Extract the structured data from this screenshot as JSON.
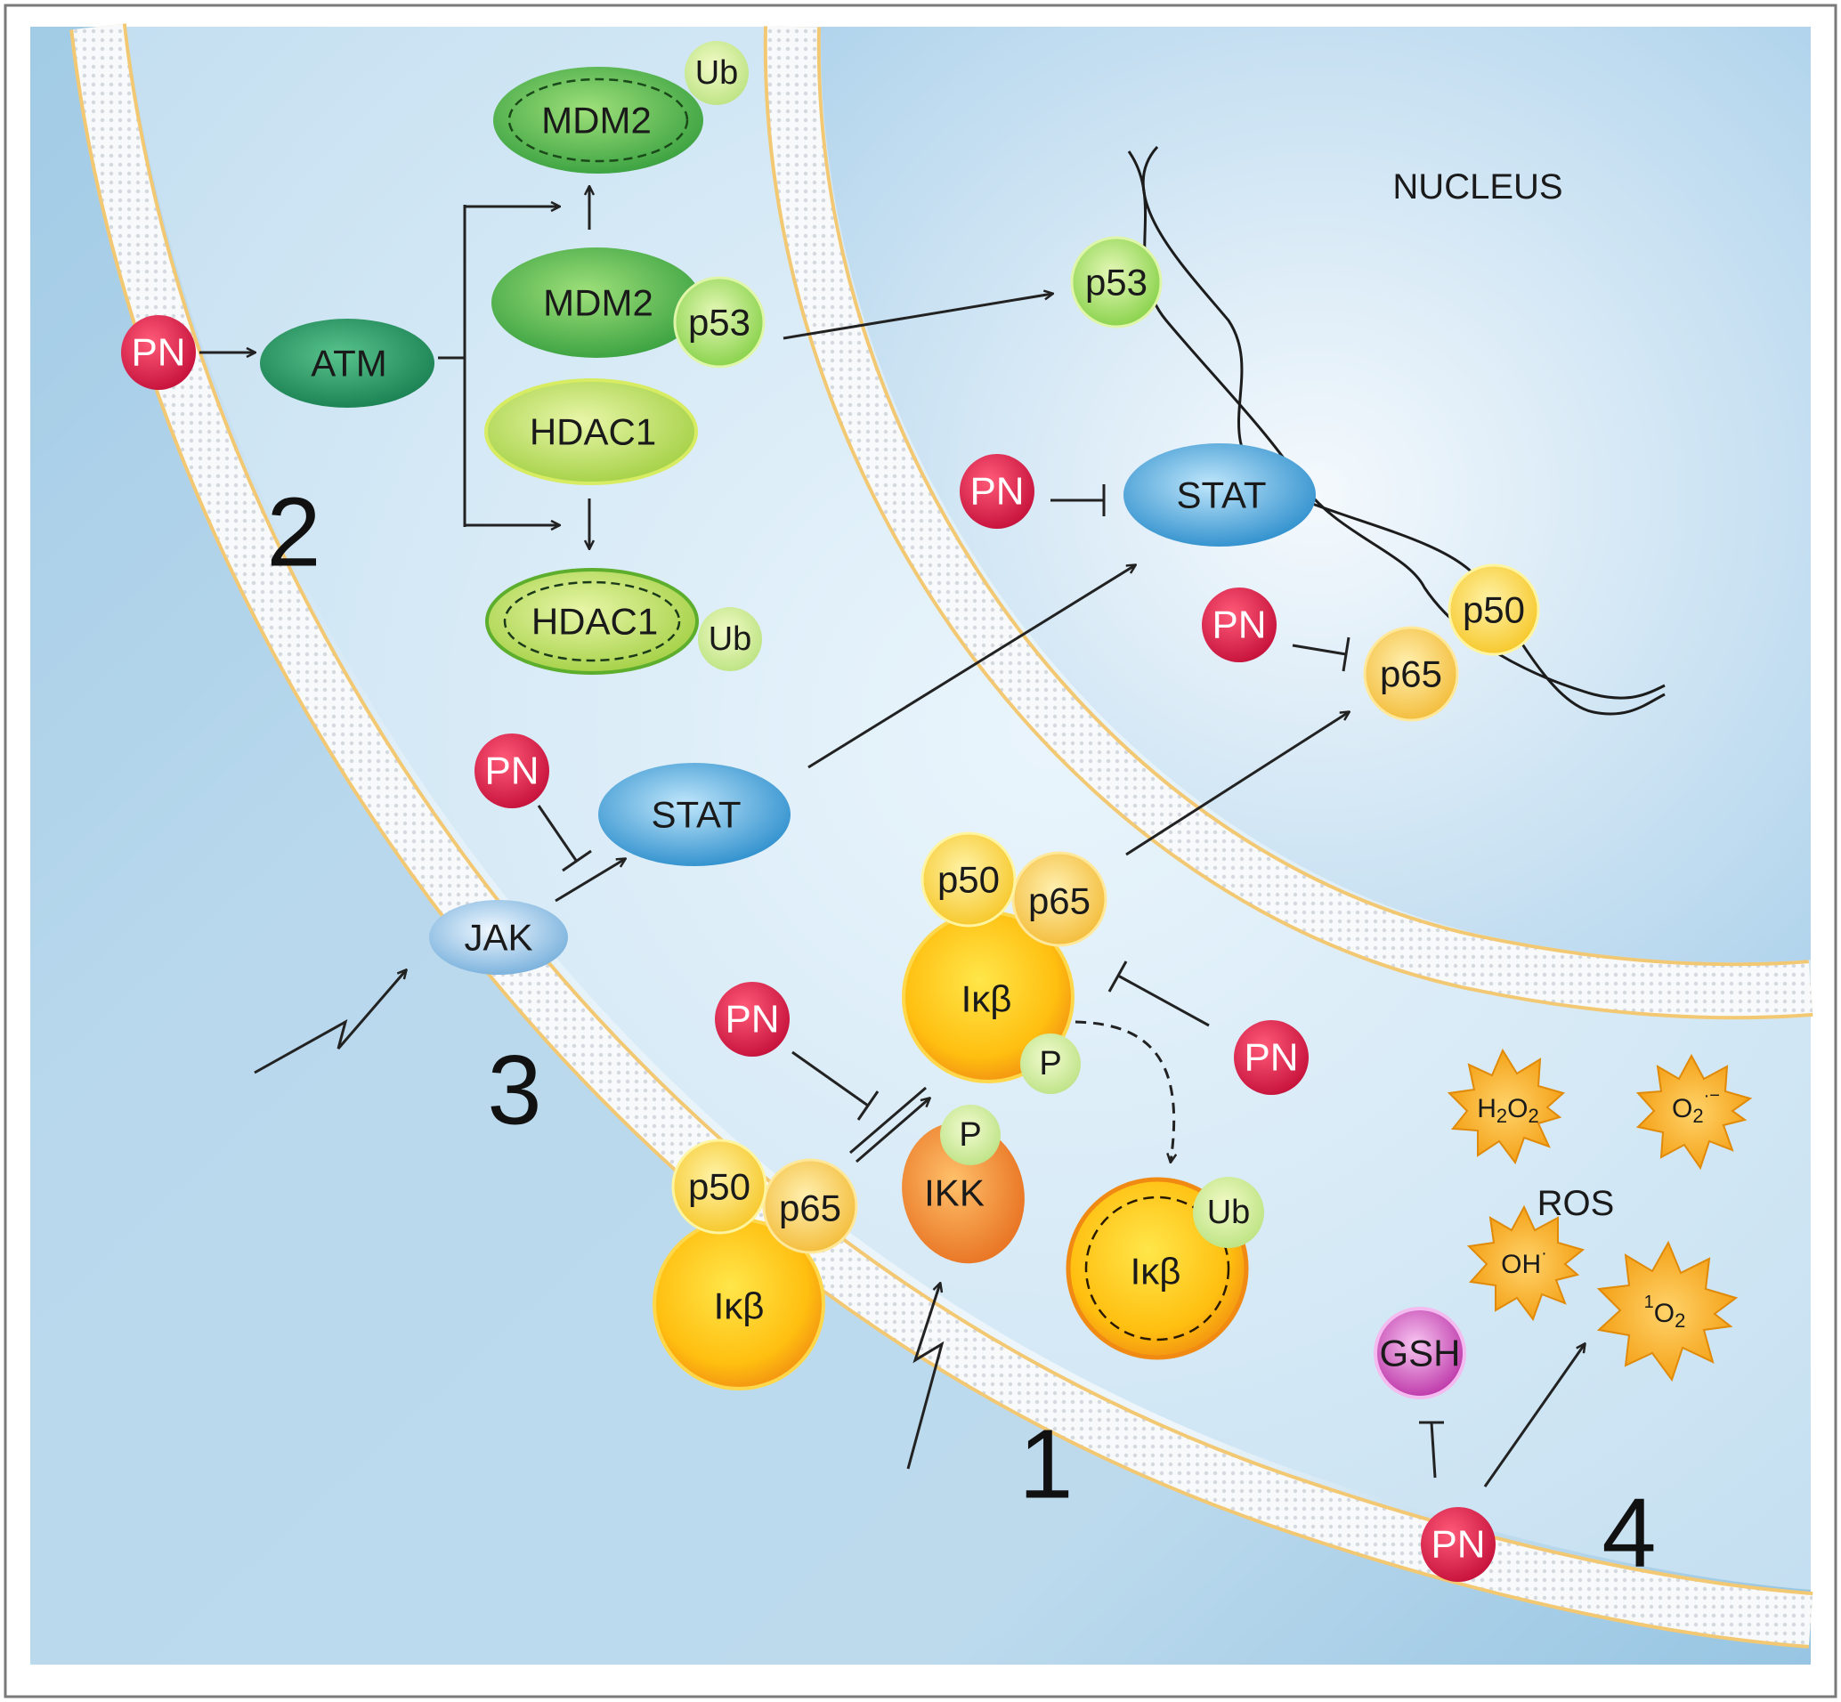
{
  "compartments": {
    "nucleus_label": "NUCLEUS"
  },
  "pathway_numbers": {
    "one": "1",
    "two": "2",
    "three": "3",
    "four": "4"
  },
  "molecules": {
    "pn": "PN",
    "atm": "ATM",
    "mdm2": "MDM2",
    "ub": "Ub",
    "p53": "p53",
    "hdac1": "HDAC1",
    "stat": "STAT",
    "jak": "JAK",
    "p50": "p50",
    "p65": "p65",
    "ikb": "Iκβ",
    "ikk": "IKK",
    "p": "P",
    "gsh": "GSH"
  },
  "ros": {
    "label": "ROS",
    "h2o2": {
      "a": "H",
      "sub1": "2",
      "b": "O",
      "sub2": "2"
    },
    "superoxide": {
      "a": "O",
      "sub": "2",
      "sup": "·−"
    },
    "hydroxyl": {
      "a": "OH",
      "sup": "·"
    },
    "singlet_oxygen": {
      "pre": "1",
      "a": "O",
      "sub": "2"
    }
  },
  "colors": {
    "background": "#cfe6f4",
    "membrane": "#f2c77a",
    "pn": "#d4183f",
    "green_dark": "#1f8a5a",
    "green": "#5cb83c",
    "green_light": "#c9e87a",
    "stat_blue": "#2a93d0",
    "yellow": "#ffd21c",
    "orange": "#f59a1a",
    "gsh_magenta": "#c23bb5",
    "ros_orange": "#f5a516"
  }
}
